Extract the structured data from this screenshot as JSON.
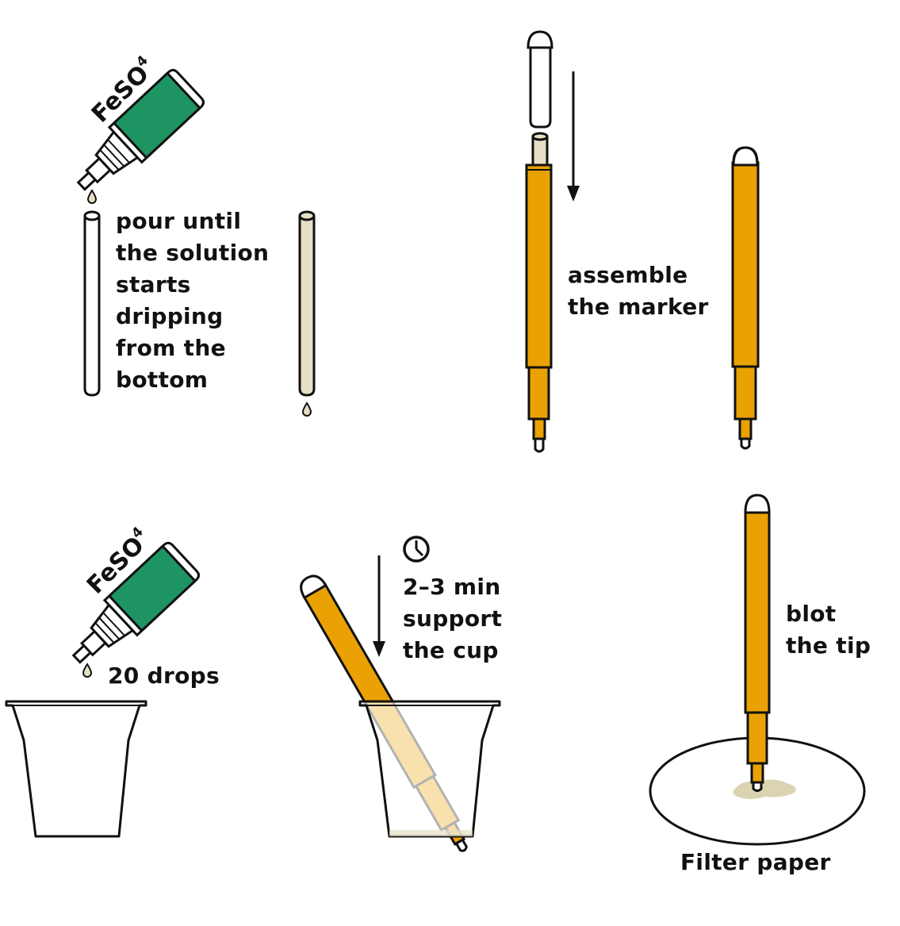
{
  "colors": {
    "pen_body": "#E9A103",
    "bottle_green": "#1E9463",
    "solution_beige": "#E6DFC5",
    "stain": "#DCD3B2",
    "outline": "#111111"
  },
  "step1": {
    "bottle_label": "FeSO",
    "bottle_subscript": "4",
    "instruction_lines": [
      "pour until",
      "the solution",
      "starts",
      "dripping",
      "from the",
      "bottom"
    ]
  },
  "step2": {
    "instruction_lines": [
      "assemble",
      "the marker"
    ]
  },
  "step3": {
    "bottle_label": "FeSO",
    "bottle_subscript": "4",
    "drops_label": "20 drops"
  },
  "step4": {
    "timer_icon": "clock-icon",
    "instruction_lines": [
      "2–3 min",
      "support",
      "the cup"
    ]
  },
  "step5": {
    "instruction_lines": [
      "blot",
      "the tip"
    ],
    "paper_label": "Filter paper"
  }
}
